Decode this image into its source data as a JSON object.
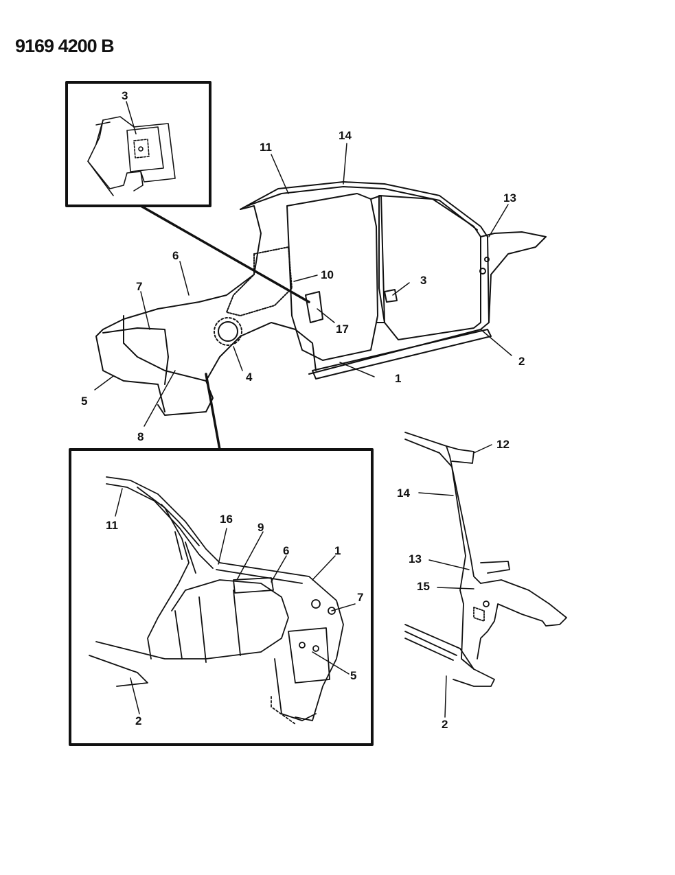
{
  "diagram": {
    "document_id": "9169 4200 B",
    "callouts": {
      "main_1": "1",
      "main_2": "2",
      "main_3": "3",
      "main_4": "4",
      "main_5": "5",
      "main_6": "6",
      "main_7": "7",
      "main_8": "8",
      "main_10": "10",
      "main_11": "11",
      "main_13": "13",
      "main_14": "14",
      "main_17": "17",
      "inset_top_3": "3",
      "inset_bottom_1": "1",
      "inset_bottom_2": "2",
      "inset_bottom_5": "5",
      "inset_bottom_6": "6",
      "inset_bottom_7": "7",
      "inset_bottom_9": "9",
      "inset_bottom_11": "11",
      "inset_bottom_16": "16",
      "pillar_2": "2",
      "pillar_12": "12",
      "pillar_13": "13",
      "pillar_14": "14",
      "pillar_15": "15"
    }
  }
}
